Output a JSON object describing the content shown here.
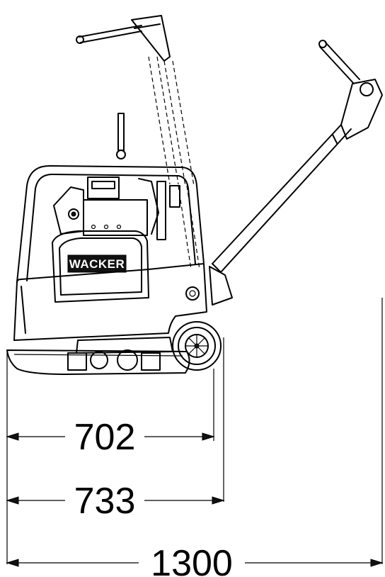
{
  "machine": {
    "brand_logo": "WACKER"
  },
  "dimensions": [
    {
      "value": "702"
    },
    {
      "value": "733"
    },
    {
      "value": "1300"
    }
  ],
  "colors": {
    "line": "#000000",
    "background": "#ffffff"
  }
}
